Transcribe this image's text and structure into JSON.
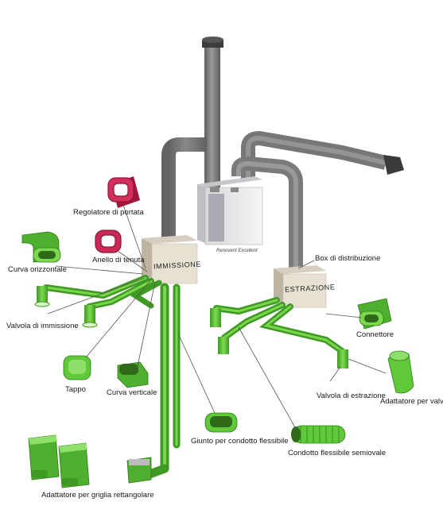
{
  "unit": {
    "brand_text": "Renovent Excellent"
  },
  "boxes": {
    "immissione": "IMMISSIONE",
    "estrazione": "ESTRAZIONE"
  },
  "labels": {
    "regolatore": "Regolatore di\nportata",
    "anello": "Anello di\ntenuta",
    "curva_orizzontale": "Curva orizzontale",
    "valvola_immissione": "Valvola di\nimmissione",
    "tappo": "Tappo",
    "curva_verticale": "Curva verticale",
    "giunto": "Giunto per\ncondotto flessibile",
    "adattatore_griglia": "Adattatore per\ngriglia rettangolare",
    "box_distribuzione": "Box di distribuzione",
    "connettore": "Connettore",
    "valvola_estrazione": "Valvola di\nestrazione",
    "adattatore_valvole": "Adattatore per\nvalvole",
    "condotto_flessibile": "Condotto flessibile\nsemiovale"
  },
  "colors": {
    "green": "#5fc93a",
    "green_dark": "#3e9a22",
    "green_light": "#8fe06a",
    "duct_grey": "#8a8a8a",
    "duct_grey_dark": "#5a5a5a",
    "box_beige": "#e8e2d6",
    "box_beige_dark": "#c9c0ae",
    "red_part": "#c0264f"
  }
}
